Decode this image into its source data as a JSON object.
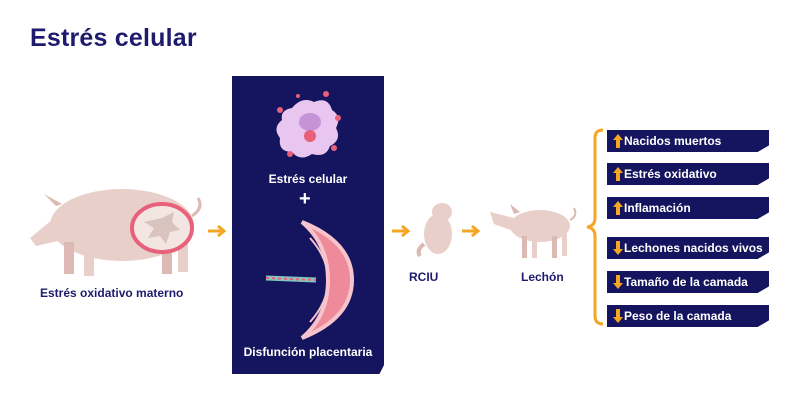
{
  "title": "Estrés celular",
  "labels": {
    "sow": "Estrés oxidativo materno",
    "rciu": "RCIU",
    "piglet": "Lechón"
  },
  "panel": {
    "cell_label": "Estrés celular",
    "plus": "+",
    "placenta_label": "Disfunción placentaria"
  },
  "outcomes": [
    {
      "label": "Nacidos muertos",
      "direction": "up"
    },
    {
      "label": "Estrés oxidativo",
      "direction": "up"
    },
    {
      "label": "Inflamación",
      "direction": "up"
    },
    {
      "label": "Lechones nacidos vivos",
      "direction": "down"
    },
    {
      "label": "Tamaño de la camada",
      "direction": "down"
    },
    {
      "label": "Peso de la camada",
      "direction": "down"
    }
  ],
  "colors": {
    "navy": "#15155f",
    "accent": "#f5a623",
    "pig": "#e9cfc9",
    "placenta": "#ef8a9a"
  },
  "icons": [
    "sow-icon",
    "cell-icon",
    "placenta-icon",
    "fetus-icon",
    "piglet-icon",
    "arrow-up-icon",
    "arrow-down-icon",
    "bracket-icon"
  ]
}
